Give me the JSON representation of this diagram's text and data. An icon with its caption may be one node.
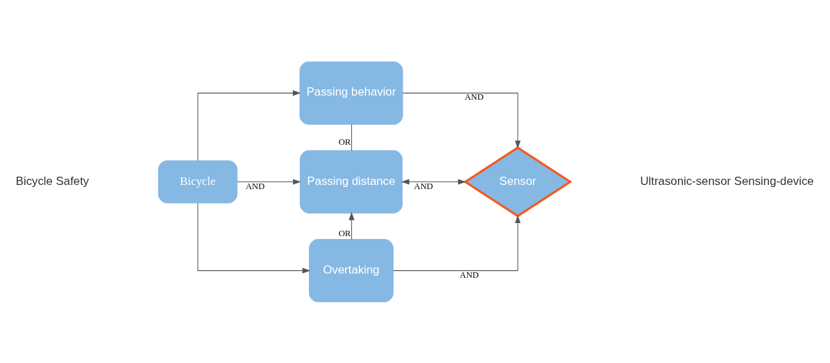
{
  "diagram": {
    "nodes": [
      {
        "text": [
          "Bicycle"
        ]
      },
      {
        "text": [
          "Passing behavior"
        ]
      },
      {
        "text": [
          "Passing distance"
        ]
      },
      {
        "text": [
          "Overtaking"
        ]
      },
      {
        "text": [
          "Sensor"
        ]
      }
    ],
    "edges": [
      {
        "from": 0,
        "to": 1,
        "arrow": "to"
      },
      {
        "from": 0,
        "to": 2,
        "arrow": "to",
        "label": "AND"
      },
      {
        "from": 0,
        "to": 3,
        "arrow": "to"
      },
      {
        "from": 1,
        "to": 2,
        "arrow": "none",
        "label": "OR"
      },
      {
        "from": 3,
        "to": 2,
        "arrow": "to",
        "label": "OR"
      },
      {
        "from": 1,
        "to": 4,
        "arrow": "to",
        "label": "AND"
      },
      {
        "from": 2,
        "to": 4,
        "arrow": "both",
        "label": "AND"
      },
      {
        "from": 3,
        "to": 4,
        "arrow": "to",
        "label": "AND"
      }
    ],
    "labels": [
      "Bicycle Safety",
      "Ultrasonic-sensor Sensing-device"
    ]
  }
}
